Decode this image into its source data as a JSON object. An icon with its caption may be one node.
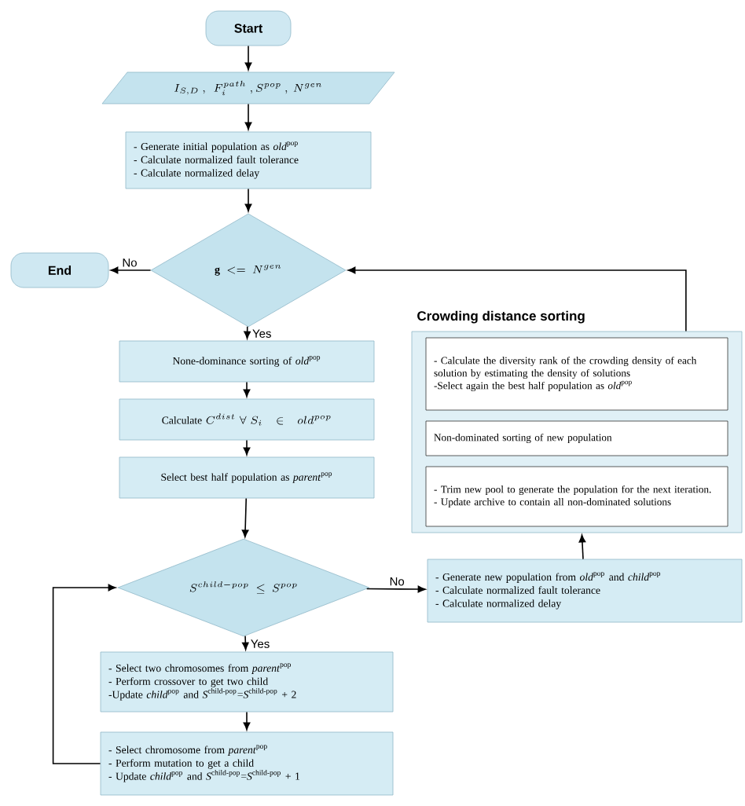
{
  "diagram": {
    "nodes": [
      {
        "text": [
          "Start"
        ]
      },
      {
        "text": [
          "I_{S,D}\\ ,\\ \\ F_i^{path}\\ ,S^{pop}\\ ,\\ N^{gen}"
        ]
      },
      {
        "text": [
          "- Generate initial population as *old*$^{pop}$",
          "- Calculate normalized fault tolerance",
          "- Calculate normalized delay"
        ]
      },
      {
        "text": [
          "\\mathbf{g}\\ <=\\ N^{gen}"
        ]
      },
      {
        "text": [
          "End"
        ]
      },
      {
        "text": [
          "None-dominance sorting of *old*$^{pop}$"
        ]
      },
      {
        "text": [
          "\\text{Calculate }C^{dist}\\ \\forall\\ S_i\\ \\in\\ old^{pop}"
        ]
      },
      {
        "text": [
          "Select best half population as *parent*$^{pop}$"
        ]
      },
      {
        "text": [
          "S^{child-pop}\\ \\leq\\ S^{pop}"
        ]
      },
      {
        "text": [
          "- Select two chromosomes from *parent*$^{pop}$",
          "- Perform crossover to get two child",
          "-Update *child*$^{pop}$ and *S*$^{child-pop}$=*S*$^{child-pop}$ + 2"
        ]
      },
      {
        "text": [
          "- Select chromosome from *parent*$^{pop}$",
          "- Perform mutation to get a child",
          "- Update *child*$^{pop}$ and *S*$^{child-pop}$=*S*$^{child-pop}$ + 1"
        ]
      },
      {
        "text": [
          "Crowding distance sorting"
        ]
      },
      {
        "text": [
          "- Calculate the diversity rank of the crowding density of each solution by estimating the density of solutions",
          "-Select again the best half population as *old*$^{pop}$"
        ],
        "in": 11
      },
      {
        "text": [
          "Non-dominated sorting of new population"
        ],
        "in": 11
      },
      {
        "text": [
          "- Trim new pool to generate the population for the next iteration.",
          "- Update archive to contain all non-dominated solutions"
        ],
        "in": 11
      },
      {
        "text": [
          "- Generate new population from *old*$^{pop}$ and *child*$^{pop}$",
          "- Calculate normalized fault tolerance",
          "- Calculate normalized delay"
        ]
      }
    ],
    "edges": [
      {
        "from": 0,
        "to": 1,
        "arrow": "to"
      },
      {
        "from": 1,
        "to": 2,
        "arrow": "to"
      },
      {
        "from": 2,
        "to": 3,
        "arrow": "to"
      },
      {
        "from": 3,
        "to": 4,
        "arrow": "to",
        "label": "No"
      },
      {
        "from": 3,
        "to": 5,
        "arrow": "to",
        "label": "Yes"
      },
      {
        "from": 5,
        "to": 6,
        "arrow": "to"
      },
      {
        "from": 6,
        "to": 7,
        "arrow": "to"
      },
      {
        "from": 7,
        "to": 8,
        "arrow": "to"
      },
      {
        "from": 8,
        "to": 9,
        "arrow": "to",
        "label": "Yes"
      },
      {
        "from": 9,
        "to": 10,
        "arrow": "to"
      },
      {
        "from": 10,
        "to": 8,
        "arrow": "to"
      },
      {
        "from": 8,
        "to": 15,
        "arrow": "to",
        "label": "No"
      },
      {
        "from": 15,
        "to": 11,
        "arrow": "to"
      },
      {
        "from": 11,
        "to": 3,
        "arrow": "to"
      }
    ]
  }
}
